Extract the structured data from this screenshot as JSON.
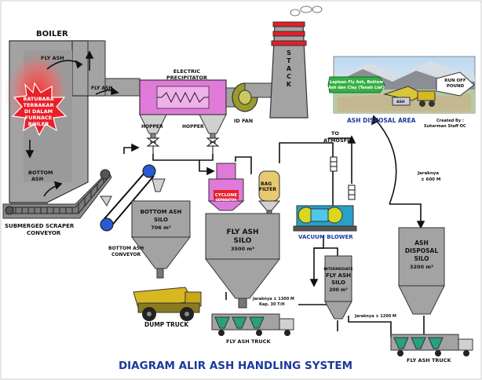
{
  "title": "DIAGRAM  ALIR  ASH  HANDLING SYSTEM",
  "labels": {
    "boiler": "BOILER",
    "fly_ash_top": "FLY ASH",
    "fly_ash_duct": "FLY ASH",
    "burst_1": "BATUBARA",
    "burst_2": "TERBAKAR",
    "burst_3": "DI DALAM",
    "burst_4": "FURNACE",
    "burst_5": "BOILER",
    "bottom_ash_1": "BOTTOM",
    "bottom_ash_2": "ASH",
    "scraper_1": "SUBMERGED SCRAPER",
    "scraper_2": "CONVEYOR",
    "ep_1": "ELECTRIC",
    "ep_2": "PRECIPITATOR",
    "hopper_1": "HOPPER",
    "hopper_2": "HOPPER",
    "id_fan": "ID FAN",
    "stack": [
      "S",
      "T",
      "A",
      "C",
      "K"
    ],
    "to_atm_1": "TO",
    "to_atm_2": "ATMOSFIR",
    "bag_1": "BAG",
    "bag_2": "FILTER",
    "cyclone_1": "CYCLONE",
    "cyclone_2": "SEPARATOR",
    "vacuum_blower": "VACUUM BLOWER",
    "bottom_conveyor_1": "BOTTOM ASH",
    "bottom_conveyor_2": "CONVEYOR",
    "bas_1": "BOTTOM ASH",
    "bas_2": "SILO",
    "bas_3": "706 m³",
    "fas_1": "FLY ASH",
    "fas_2": "SILO",
    "fas_3": "3500 m³",
    "int_1": "INTERMEDIATE",
    "int_2": "FLY ASH",
    "int_3": "SILO",
    "int_4": "200 m³",
    "ads_1": "ASH",
    "ads_2": "DISPOSAL",
    "ads_3": "SILO",
    "ads_4": "3200 m³",
    "dump_truck": "DUMP TRUCK",
    "fly_ash_truck_1": "FLY ASH TRUCK",
    "fly_ash_truck_2": "FLY ASH TRUCK",
    "dist_1300_1": "Jaraknya ± 1300 M",
    "dist_1300_2": "Kap. 30 T/H",
    "dist_1200": "Jaraknya ± 1200 M",
    "dist_600_1": "Jaraknya",
    "dist_600_2": "± 600 M",
    "disposal_area": "ASH DISPOSAL AREA",
    "created_1": "Created  By :",
    "created_2": "Suherman Staff OC",
    "lapisan_1": "Lapisan Fly Ash, Bottom",
    "lapisan_2": "Ash dan Clay (Tanah Liat)",
    "ash_small": "ASH",
    "runoff_1": "RUN OFF",
    "runoff_2": "POUND"
  },
  "colors": {
    "boiler": "#a0a0a0",
    "precipitator": "#e07ad8",
    "stack_red": "#e0202a",
    "title_blue": "#1a3a9c",
    "vacuum": "#2aa0c8",
    "fan": "#9a9a30",
    "burst": "#e8202a"
  }
}
